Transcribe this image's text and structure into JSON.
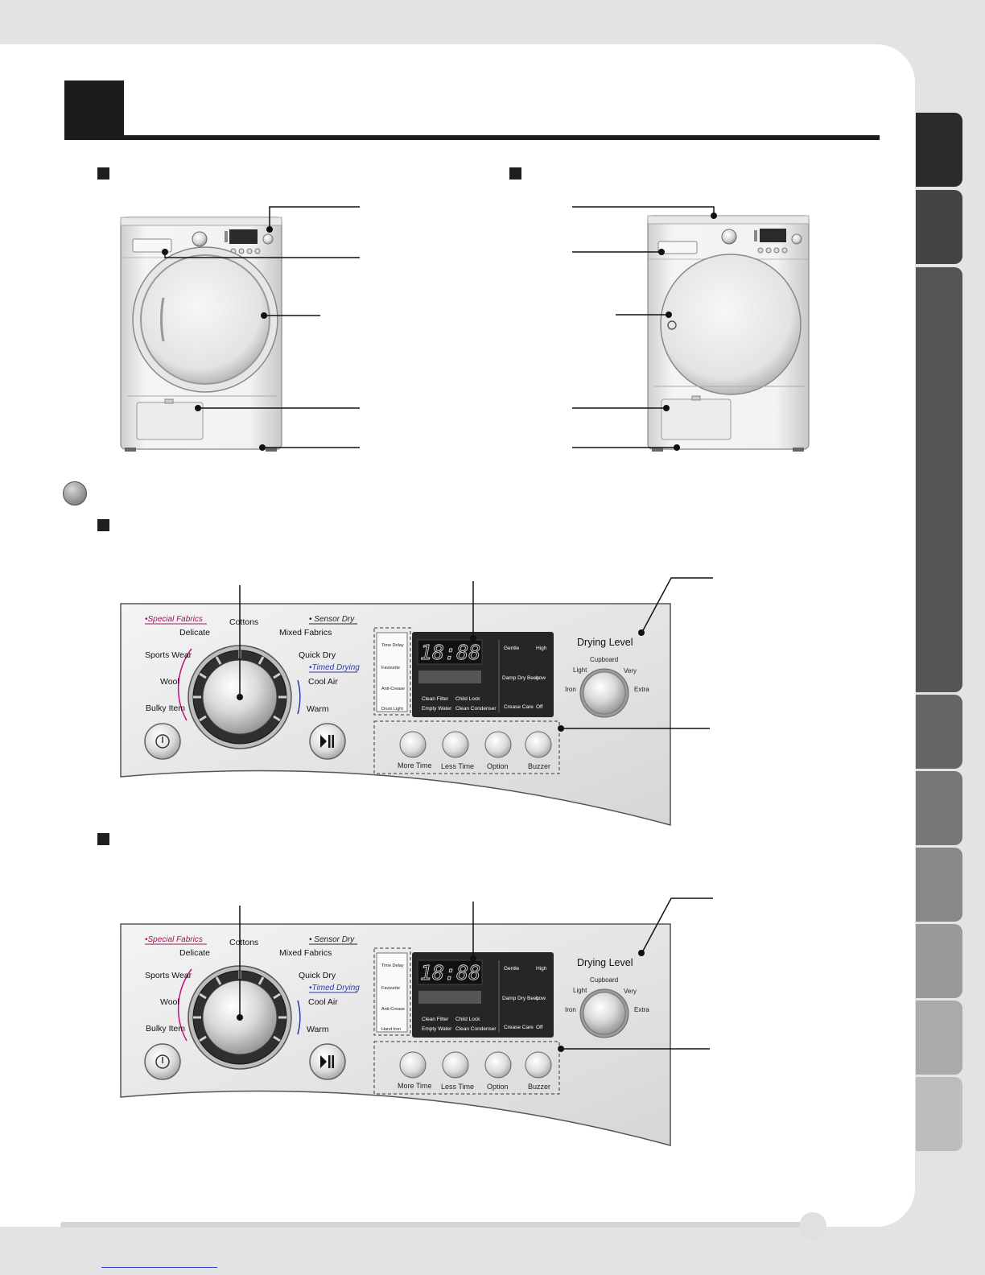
{
  "tab_colors": [
    "#2b2b2b",
    "#444444",
    "#555555",
    "#666666",
    "#777777",
    "#888888",
    "#999999",
    "#aaaaaa",
    "#bdbdbd"
  ],
  "panels": [
    {
      "program_group_left": "•Special Fabrics",
      "program_group_right": "• Sensor Dry",
      "timed_drying": "•Timed Drying",
      "programs": {
        "cottons": "Cottons",
        "delicate": "Delicate",
        "mixed_fabrics": "Mixed Fabrics",
        "sports_wear": "Sports Wear",
        "quick_dry": "Quick Dry",
        "wool": "Wool",
        "cool_air": "Cool Air",
        "bulky_item": "Bulky Item",
        "warm": "Warm"
      },
      "side_options": [
        "Time Delay",
        "Favourite",
        "Anti-Crease",
        "Drum Light"
      ],
      "display_time": "18:88",
      "status_left": [
        "Clean Filter",
        "Empty Water"
      ],
      "status_right": [
        "Child Lock",
        "Clean Condenser"
      ],
      "right_col_a": [
        "Gentle",
        "Damp Dry Beep",
        "Crease Care"
      ],
      "right_col_b": [
        "High",
        "Low",
        "Off"
      ],
      "buttons": [
        "More Time",
        "Less Time",
        "Option",
        "Buzzer"
      ],
      "drying_level": {
        "title": "Drying Level",
        "cupboard": "Cupboard",
        "light": "Light",
        "very": "Very",
        "iron": "Iron",
        "extra": "Extra"
      }
    },
    {
      "program_group_left": "•Special Fabrics",
      "program_group_right": "• Sensor Dry",
      "timed_drying": "•Timed Drying",
      "programs": {
        "cottons": "Cottons",
        "delicate": "Delicate",
        "mixed_fabrics": "Mixed Fabrics",
        "sports_wear": "Sports Wear",
        "quick_dry": "Quick Dry",
        "wool": "Wool",
        "cool_air": "Cool Air",
        "bulky_item": "Bulky Item",
        "warm": "Warm"
      },
      "side_options": [
        "Time Delay",
        "Favourite",
        "Anti-Crease",
        "Hand Iron"
      ],
      "display_time": "18:88",
      "status_left": [
        "Clean Filter",
        "Empty Water"
      ],
      "status_right": [
        "Child Lock",
        "Clean Condenser"
      ],
      "right_col_a": [
        "Gentle",
        "Damp Dry Beep",
        "Crease Care"
      ],
      "right_col_b": [
        "High",
        "Low",
        "Off"
      ],
      "buttons": [
        "More Time",
        "Less Time",
        "Option",
        "Buzzer"
      ],
      "drying_level": {
        "title": "Drying Level",
        "cupboard": "Cupboard",
        "light": "Light",
        "very": "Very",
        "iron": "Iron",
        "extra": "Extra"
      }
    }
  ]
}
